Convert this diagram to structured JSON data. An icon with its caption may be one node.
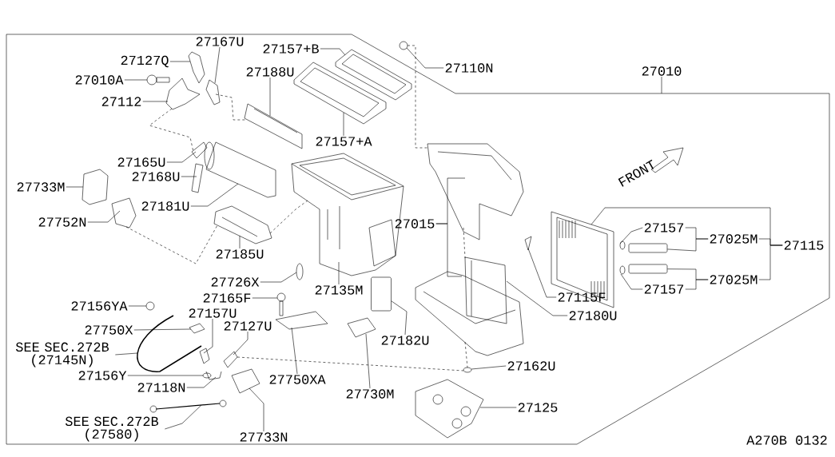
{
  "diagram": {
    "nodes": [
      {
        "text": [
          "27167U"
        ]
      },
      {
        "text": [
          "27157+B"
        ]
      },
      {
        "text": [
          "27127Q"
        ]
      },
      {
        "text": [
          "27110N"
        ]
      },
      {
        "text": [
          "27010A"
        ]
      },
      {
        "text": [
          "27188U"
        ]
      },
      {
        "text": [
          "27010"
        ]
      },
      {
        "text": [
          "27112"
        ]
      },
      {
        "text": [
          "27157+A"
        ]
      },
      {
        "text": [
          "27165U"
        ]
      },
      {
        "text": [
          "27168U"
        ]
      },
      {
        "text": [
          "27733M"
        ]
      },
      {
        "text": [
          "27181U"
        ]
      },
      {
        "text": [
          "27015"
        ]
      },
      {
        "text": [
          "27752N"
        ]
      },
      {
        "text": [
          "27157"
        ]
      },
      {
        "text": [
          "27025M"
        ]
      },
      {
        "text": [
          "27115"
        ]
      },
      {
        "text": [
          "27185U"
        ]
      },
      {
        "text": [
          "27025M"
        ]
      },
      {
        "text": [
          "27157"
        ]
      },
      {
        "text": [
          "27726X"
        ]
      },
      {
        "text": [
          "27135M"
        ]
      },
      {
        "text": [
          "27115F"
        ]
      },
      {
        "text": [
          "27165F"
        ]
      },
      {
        "text": [
          "27156YA"
        ]
      },
      {
        "text": [
          "27180U"
        ]
      },
      {
        "text": [
          "27157U"
        ]
      },
      {
        "text": [
          "27750X"
        ]
      },
      {
        "text": [
          "27127U"
        ]
      },
      {
        "text": [
          "SEE SEC.272B (27145N)"
        ]
      },
      {
        "text": [
          "27182U"
        ]
      },
      {
        "text": [
          "27156Y"
        ]
      },
      {
        "text": [
          "27750XA"
        ]
      },
      {
        "text": [
          "27162U"
        ]
      },
      {
        "text": [
          "27118N"
        ]
      },
      {
        "text": [
          "27730M"
        ]
      },
      {
        "text": [
          "27125"
        ]
      },
      {
        "text": [
          "SEE SEC.272B (27580)"
        ]
      },
      {
        "text": [
          "27733N"
        ]
      },
      {
        "text": [],
        "shape": "picture"
      },
      {
        "text": [],
        "shape": "picture"
      },
      {
        "text": [],
        "shape": "picture"
      },
      {
        "text": [],
        "shape": "picture"
      },
      {
        "text": [],
        "shape": "picture"
      },
      {
        "text": [],
        "shape": "picture"
      },
      {
        "text": [],
        "shape": "picture"
      },
      {
        "text": [],
        "shape": "picture"
      },
      {
        "text": [],
        "shape": "picture"
      },
      {
        "text": [],
        "shape": "picture"
      },
      {
        "text": [],
        "shape": "picture"
      },
      {
        "text": [],
        "shape": "picture"
      },
      {
        "text": [],
        "shape": "picture"
      },
      {
        "text": [],
        "shape": "picture"
      },
      {
        "text": [],
        "shape": "picture"
      },
      {
        "text": [],
        "shape": "picture"
      },
      {
        "text": [],
        "shape": "box"
      },
      {
        "text": [],
        "shape": "picture"
      },
      {
        "text": [],
        "shape": "picture"
      },
      {
        "text": [],
        "shape": "box"
      },
      {
        "text": [],
        "shape": "picture"
      },
      {
        "text": [],
        "shape": "picture"
      },
      {
        "text": [],
        "shape": "picture"
      },
      {
        "text": [],
        "shape": "picture"
      },
      {
        "text": [],
        "shape": "picture"
      },
      {
        "text": [],
        "shape": "picture"
      },
      {
        "text": [],
        "shape": "picture"
      },
      {
        "text": [],
        "shape": "picture"
      },
      {
        "text": [],
        "shape": "picture"
      },
      {
        "text": [],
        "shape": "picture"
      },
      {
        "text": [],
        "shape": "picture"
      },
      {
        "text": [],
        "shape": "box"
      },
      {
        "text": [],
        "shape": "picture"
      },
      {
        "text": [],
        "shape": "picture"
      },
      {
        "text": [],
        "shape": "picture"
      },
      {
        "text": [],
        "shape": "picture"
      },
      {
        "text": [],
        "shape": "picture"
      },
      {
        "text": [],
        "shape": "picture"
      },
      {
        "text": [],
        "shape": "picture"
      },
      {
        "text": [],
        "shape": "picture"
      },
      {
        "text": [],
        "shape": "picture",
        "beside": [
          "FRONT"
        ]
      }
    ],
    "edges": [
      {
        "from": 0,
        "to": 40,
        "arrow": "none"
      },
      {
        "from": 1,
        "to": 41,
        "arrow": "none"
      },
      {
        "from": 2,
        "to": 42,
        "arrow": "none"
      },
      {
        "from": 3,
        "to": 43,
        "arrow": "none"
      },
      {
        "from": 4,
        "to": 44,
        "arrow": "none"
      },
      {
        "from": 5,
        "to": 45,
        "arrow": "none"
      },
      {
        "from": 6,
        "to": null,
        "arrow": "none"
      },
      {
        "from": 7,
        "to": 46,
        "arrow": "none"
      },
      {
        "from": 8,
        "to": 47,
        "arrow": "none"
      },
      {
        "from": 9,
        "to": 48,
        "arrow": "none"
      },
      {
        "from": 10,
        "to": 49,
        "arrow": "none"
      },
      {
        "from": 11,
        "to": 50,
        "arrow": "none"
      },
      {
        "from": 12,
        "to": 51,
        "arrow": "none"
      },
      {
        "from": 13,
        "to": 52,
        "arrow": "none"
      },
      {
        "from": 13,
        "to": 53,
        "arrow": "none"
      },
      {
        "from": 14,
        "to": 54,
        "arrow": "none"
      },
      {
        "from": 15,
        "to": 55,
        "arrow": "none"
      },
      {
        "from": 16,
        "to": 15,
        "arrow": "none"
      },
      {
        "from": 16,
        "to": 56,
        "arrow": "none"
      },
      {
        "from": 17,
        "to": 16,
        "arrow": "none"
      },
      {
        "from": 17,
        "to": 19,
        "arrow": "none"
      },
      {
        "from": 17,
        "to": 57,
        "arrow": "none"
      },
      {
        "from": 18,
        "to": 58,
        "arrow": "none"
      },
      {
        "from": 19,
        "to": 20,
        "arrow": "none"
      },
      {
        "from": 19,
        "to": 59,
        "arrow": "none"
      },
      {
        "from": 20,
        "to": 60,
        "arrow": "none"
      },
      {
        "from": 21,
        "to": 61,
        "arrow": "none"
      },
      {
        "from": 22,
        "to": 62,
        "arrow": "none"
      },
      {
        "from": 23,
        "to": 63,
        "arrow": "none"
      },
      {
        "from": 24,
        "to": 64,
        "arrow": "none"
      },
      {
        "from": 25,
        "to": 65,
        "arrow": "none"
      },
      {
        "from": 26,
        "to": 66,
        "arrow": "none"
      },
      {
        "from": 27,
        "to": 67,
        "arrow": "none"
      },
      {
        "from": 28,
        "to": 68,
        "arrow": "none"
      },
      {
        "from": 29,
        "to": 69,
        "arrow": "none"
      },
      {
        "from": 30,
        "to": 70,
        "arrow": "none"
      },
      {
        "from": 31,
        "to": 71,
        "arrow": "none"
      },
      {
        "from": 32,
        "to": 72,
        "arrow": "none"
      },
      {
        "from": 33,
        "to": 73,
        "arrow": "none"
      },
      {
        "from": 34,
        "to": 74,
        "arrow": "none"
      },
      {
        "from": 35,
        "to": 75,
        "arrow": "none"
      },
      {
        "from": 36,
        "to": 76,
        "arrow": "none"
      },
      {
        "from": 37,
        "to": 77,
        "arrow": "none"
      },
      {
        "from": 38,
        "to": 78,
        "arrow": "none"
      },
      {
        "from": 39,
        "to": 79,
        "arrow": "none"
      },
      {
        "from": 40,
        "to": 45,
        "arrow": "none",
        "style": "dashed"
      },
      {
        "from": 46,
        "to": 48,
        "arrow": "none",
        "style": "dashed"
      },
      {
        "from": 58,
        "to": 62,
        "arrow": "none",
        "style": "dashed"
      },
      {
        "from": 54,
        "to": 58,
        "arrow": "none",
        "style": "dashed"
      },
      {
        "from": 52,
        "to": 66,
        "arrow": "none",
        "style": "dashed"
      },
      {
        "from": 53,
        "to": 74,
        "arrow": "none",
        "style": "dashed"
      },
      {
        "from": 43,
        "to": 52,
        "arrow": "none",
        "style": "dashed"
      },
      {
        "from": 69,
        "to": 74,
        "arrow": "none",
        "style": "dashed"
      }
    ],
    "labels": [
      "A270B 0132"
    ]
  }
}
